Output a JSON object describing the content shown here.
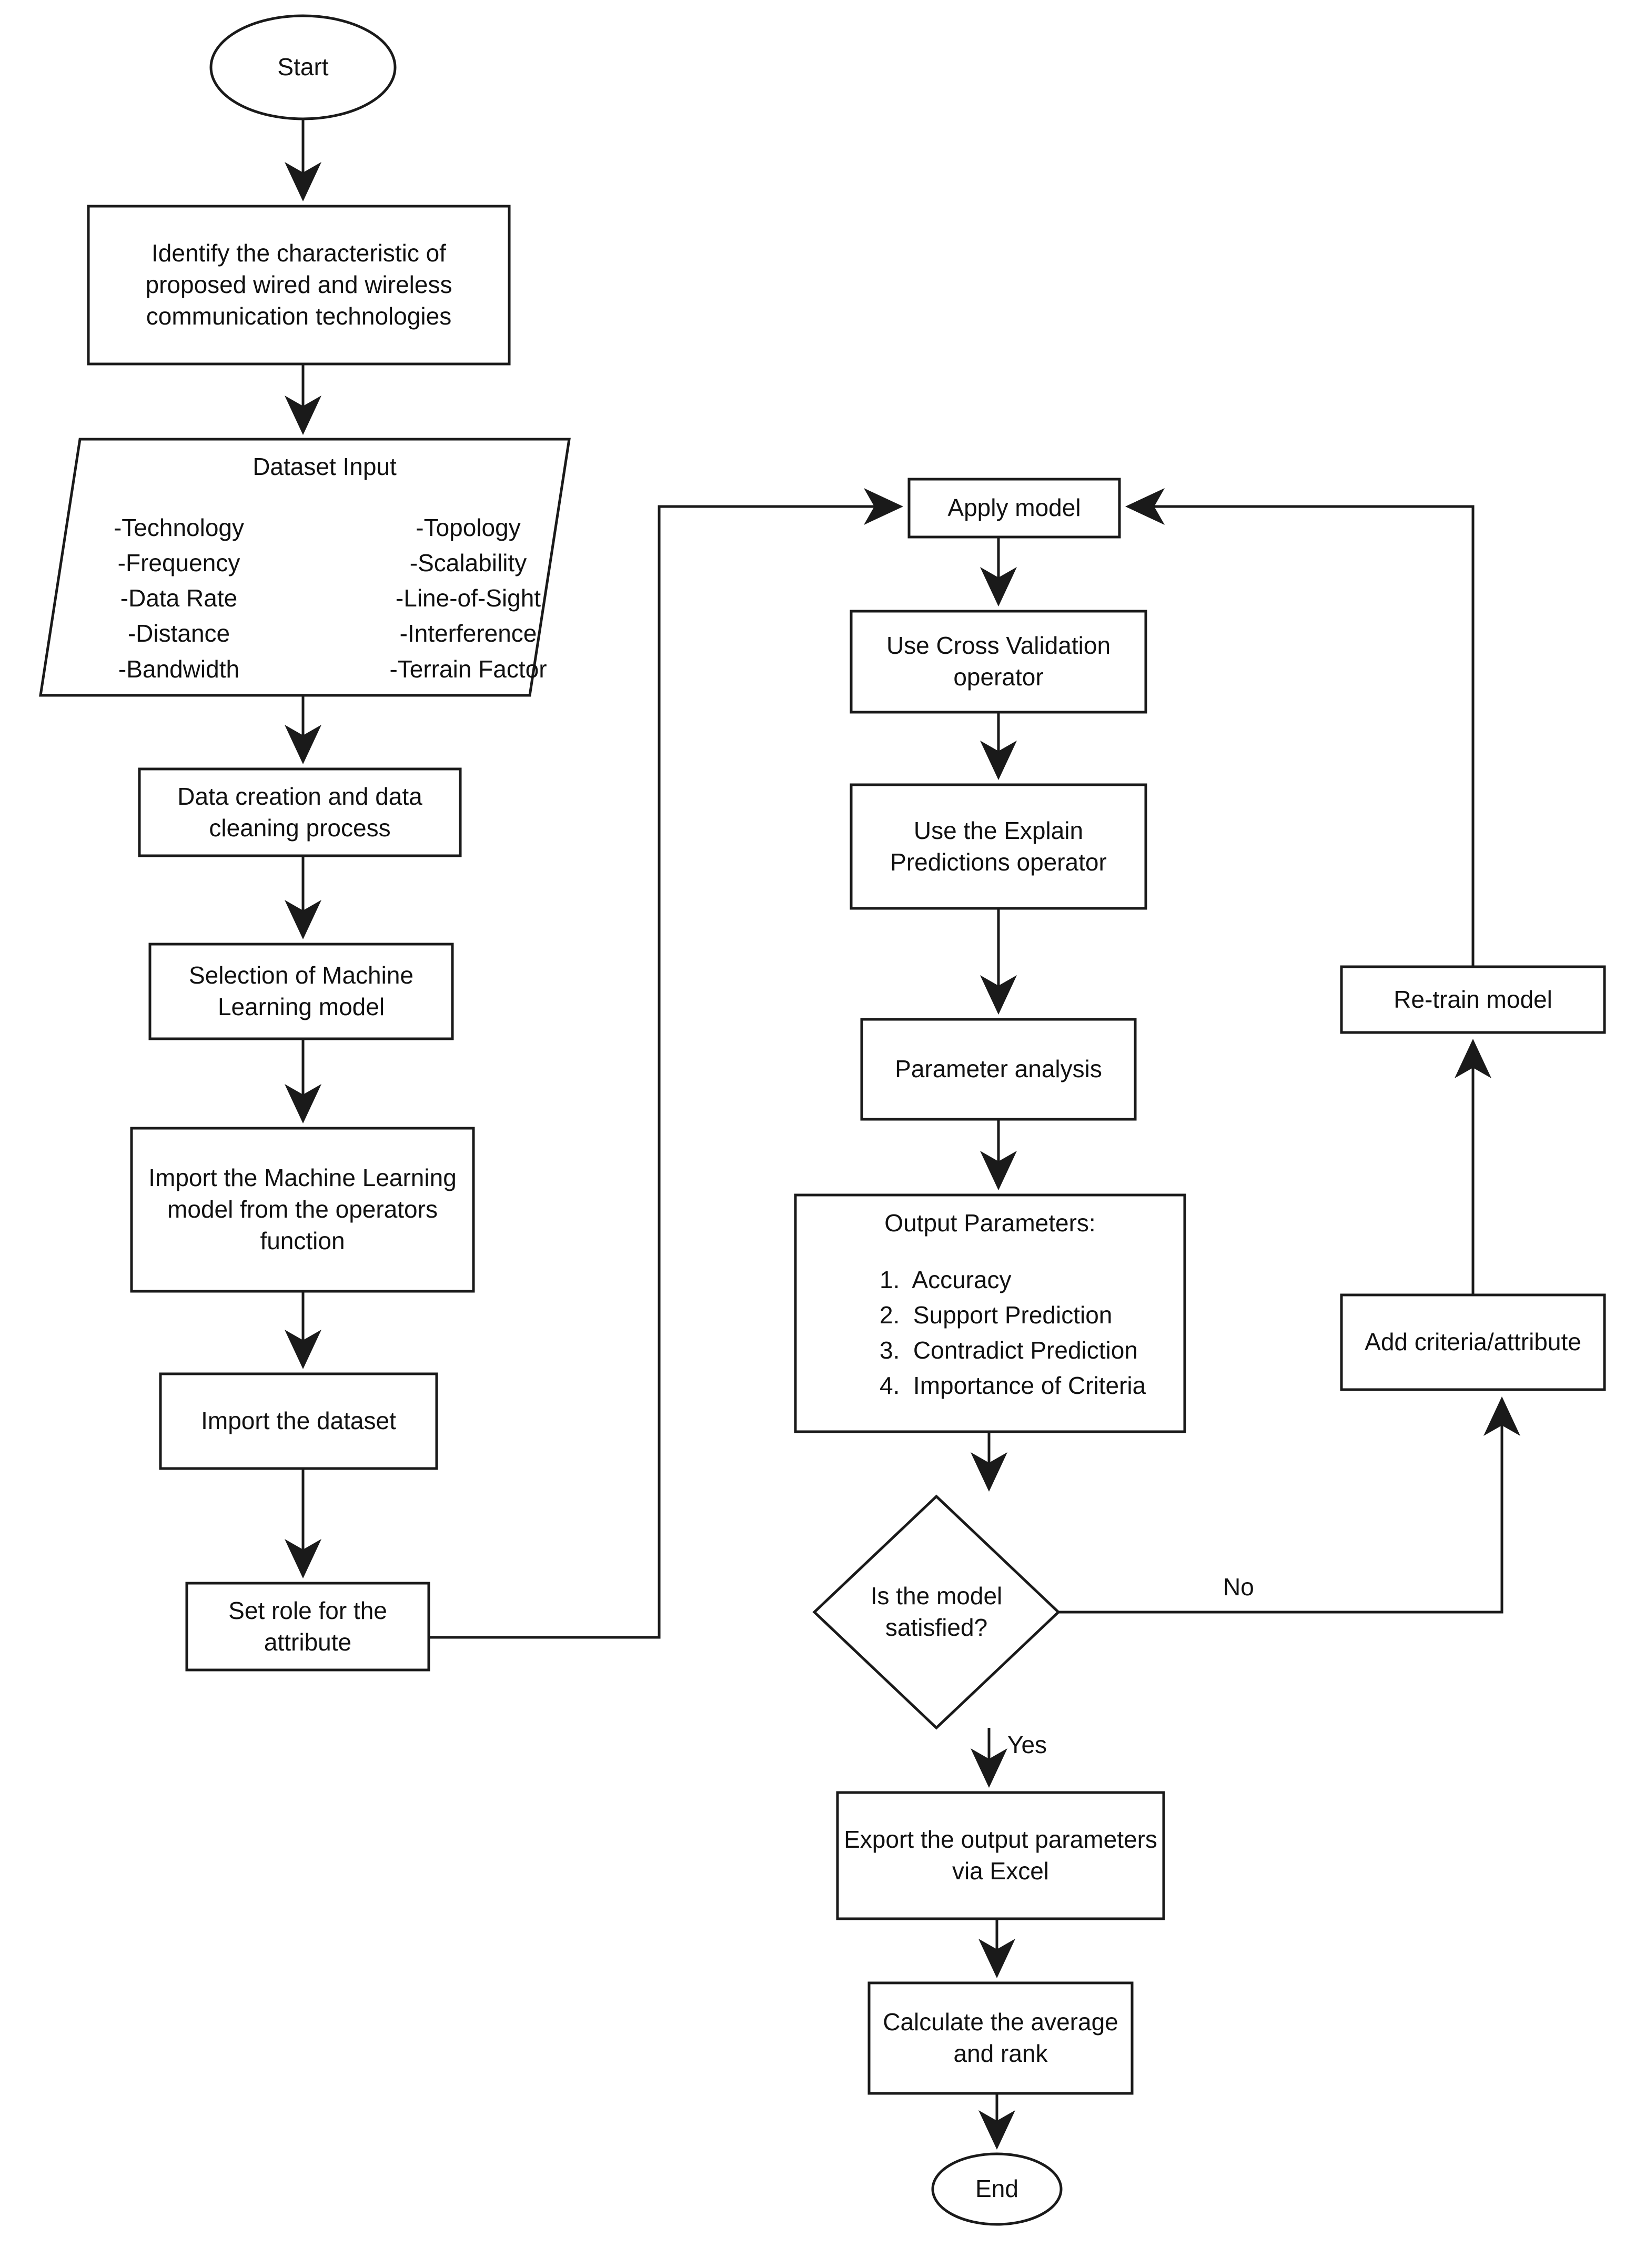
{
  "diagram": {
    "title": "Machine learning methodology flowchart",
    "colors": {
      "stroke": "#1a1a1a",
      "fill": "#ffffff",
      "text": "#111111"
    },
    "nodes": {
      "start": {
        "label": "Start",
        "shape": "terminator"
      },
      "identify": {
        "label": "Identify the characteristic of proposed wired and wireless communication technologies",
        "shape": "process"
      },
      "dataset_input": {
        "title": "Dataset Input",
        "shape": "data-parallelogram",
        "column_left": [
          "-Technology",
          "-Frequency",
          "-Data Rate",
          "-Distance",
          "-Bandwidth"
        ],
        "column_right": [
          "-Topology",
          "-Scalability",
          "-Line-of-Sight",
          "-Interference",
          "-Terrain Factor"
        ]
      },
      "data_cleaning": {
        "label": "Data creation and data cleaning process",
        "shape": "process"
      },
      "model_selection": {
        "label": "Selection of Machine Learning model",
        "shape": "process"
      },
      "import_model": {
        "label": "Import the Machine Learning model from the operators function",
        "shape": "process"
      },
      "import_dataset": {
        "label": "Import the dataset",
        "shape": "process"
      },
      "set_role": {
        "label": "Set role for the attribute",
        "shape": "process"
      },
      "apply_model": {
        "label": "Apply model",
        "shape": "process"
      },
      "cross_validation": {
        "label": "Use Cross Validation operator",
        "shape": "process"
      },
      "explain_predictions": {
        "label": "Use the Explain Predictions operator",
        "shape": "process"
      },
      "parameter_analysis": {
        "label": "Parameter analysis",
        "shape": "process"
      },
      "output_parameters": {
        "title": "Output Parameters:",
        "shape": "process",
        "items": [
          "1.  Accuracy",
          "2.  Support Prediction",
          "3.  Contradict Prediction",
          "4.  Importance of Criteria"
        ]
      },
      "decision": {
        "label": "Is the model satisfied?",
        "shape": "decision"
      },
      "retrain_model": {
        "label": "Re-train model",
        "shape": "process"
      },
      "add_criteria": {
        "label": "Add criteria/attribute",
        "shape": "process"
      },
      "export_excel": {
        "label": "Export the output parameters via Excel",
        "shape": "process"
      },
      "calculate_rank": {
        "label": "Calculate the average and rank",
        "shape": "process"
      },
      "end": {
        "label": "End",
        "shape": "terminator"
      }
    },
    "edge_labels": {
      "no": "No",
      "yes": "Yes"
    },
    "edges": [
      {
        "from": "start",
        "to": "identify"
      },
      {
        "from": "identify",
        "to": "dataset_input"
      },
      {
        "from": "dataset_input",
        "to": "data_cleaning"
      },
      {
        "from": "data_cleaning",
        "to": "model_selection"
      },
      {
        "from": "model_selection",
        "to": "import_model"
      },
      {
        "from": "import_model",
        "to": "import_dataset"
      },
      {
        "from": "import_dataset",
        "to": "set_role"
      },
      {
        "from": "set_role",
        "to": "apply_model"
      },
      {
        "from": "apply_model",
        "to": "cross_validation"
      },
      {
        "from": "cross_validation",
        "to": "explain_predictions"
      },
      {
        "from": "explain_predictions",
        "to": "parameter_analysis"
      },
      {
        "from": "parameter_analysis",
        "to": "output_parameters"
      },
      {
        "from": "output_parameters",
        "to": "decision"
      },
      {
        "from": "decision",
        "to": "add_criteria",
        "label": "No"
      },
      {
        "from": "add_criteria",
        "to": "retrain_model"
      },
      {
        "from": "retrain_model",
        "to": "apply_model"
      },
      {
        "from": "decision",
        "to": "export_excel",
        "label": "Yes"
      },
      {
        "from": "export_excel",
        "to": "calculate_rank"
      },
      {
        "from": "calculate_rank",
        "to": "end"
      }
    ]
  }
}
